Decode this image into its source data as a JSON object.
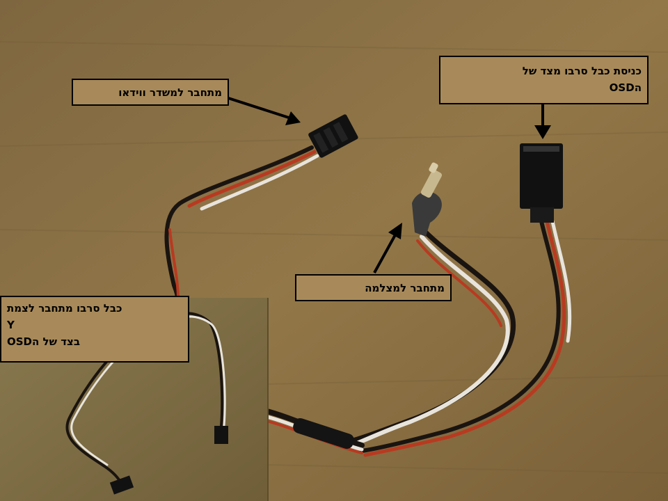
{
  "labels": {
    "video_transmitter": "מתחבר למשדר ווידאו",
    "osd_servo_input": [
      "כניסת כבל סרבו מצד של",
      "הOSD"
    ],
    "camera": "מתחבר למצלמה",
    "servo_y_cable": [
      "כבל סרבו מתחבר לצמת",
      "Y",
      "בצד של הOSD"
    ]
  },
  "colors": {
    "cardboard": "#8a7044",
    "label_background": "#a88a5a",
    "arrow": "#000000",
    "wire_black": "#1a1410",
    "wire_red": "#b83a20",
    "wire_white": "#e8e4dc"
  }
}
